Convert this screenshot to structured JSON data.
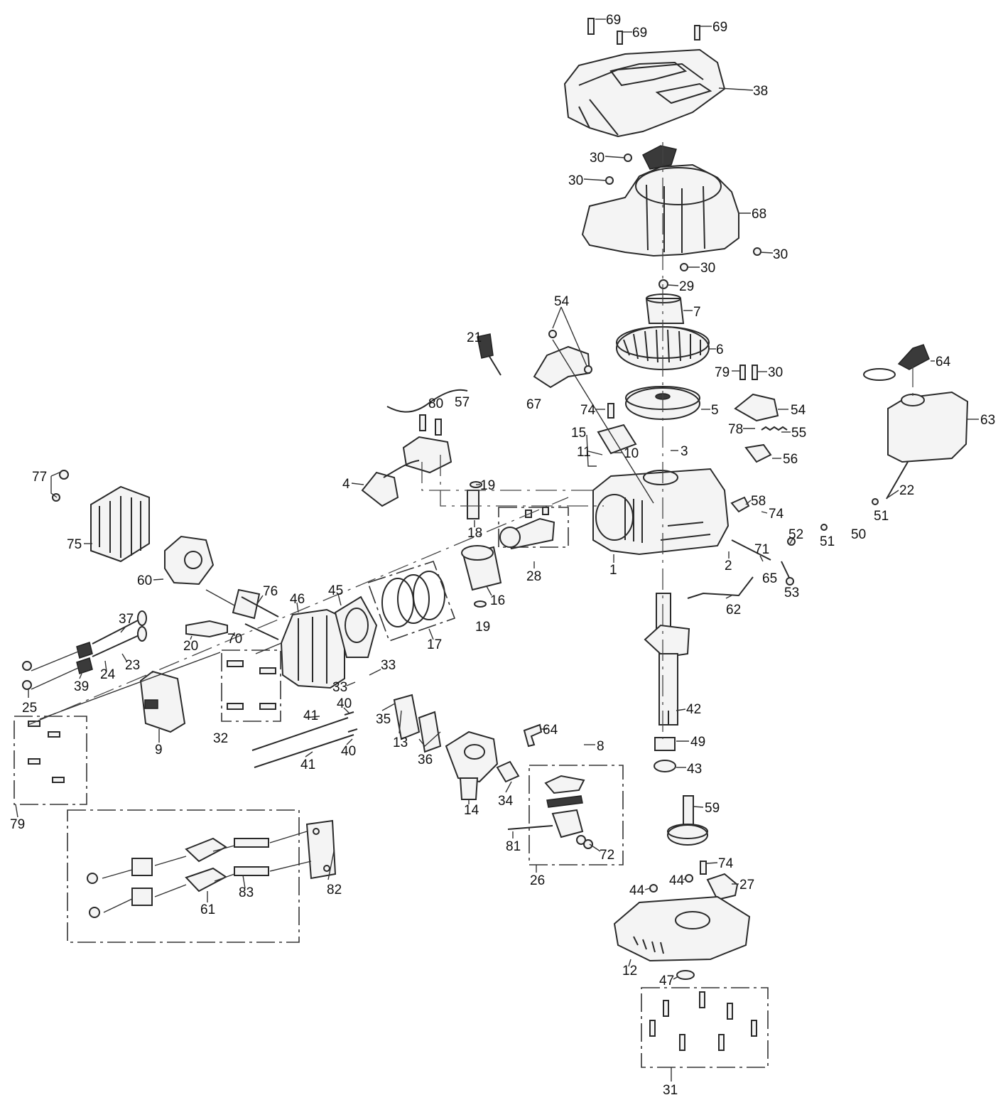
{
  "callouts": [
    "69",
    "69",
    "69",
    "38",
    "30",
    "30",
    "68",
    "30",
    "30",
    "29",
    "7",
    "6",
    "54",
    "21",
    "67",
    "57",
    "80",
    "79",
    "30",
    "54",
    "5",
    "74",
    "78",
    "55",
    "15",
    "11",
    "10",
    "3",
    "56",
    "64",
    "63",
    "77",
    "4",
    "19",
    "58",
    "74",
    "22",
    "51",
    "51",
    "50",
    "52",
    "18",
    "71",
    "65",
    "53",
    "28",
    "1",
    "2",
    "75",
    "60",
    "76",
    "46",
    "45",
    "17",
    "16",
    "19",
    "62",
    "37",
    "20",
    "70",
    "23",
    "39",
    "24",
    "25",
    "33",
    "33",
    "41",
    "40",
    "35",
    "64",
    "8",
    "9",
    "32",
    "13",
    "41",
    "40",
    "36",
    "42",
    "49",
    "43",
    "79",
    "14",
    "34",
    "59",
    "81",
    "72",
    "26",
    "74",
    "44",
    "44",
    "27",
    "82",
    "83",
    "61",
    "12",
    "47",
    "31"
  ]
}
